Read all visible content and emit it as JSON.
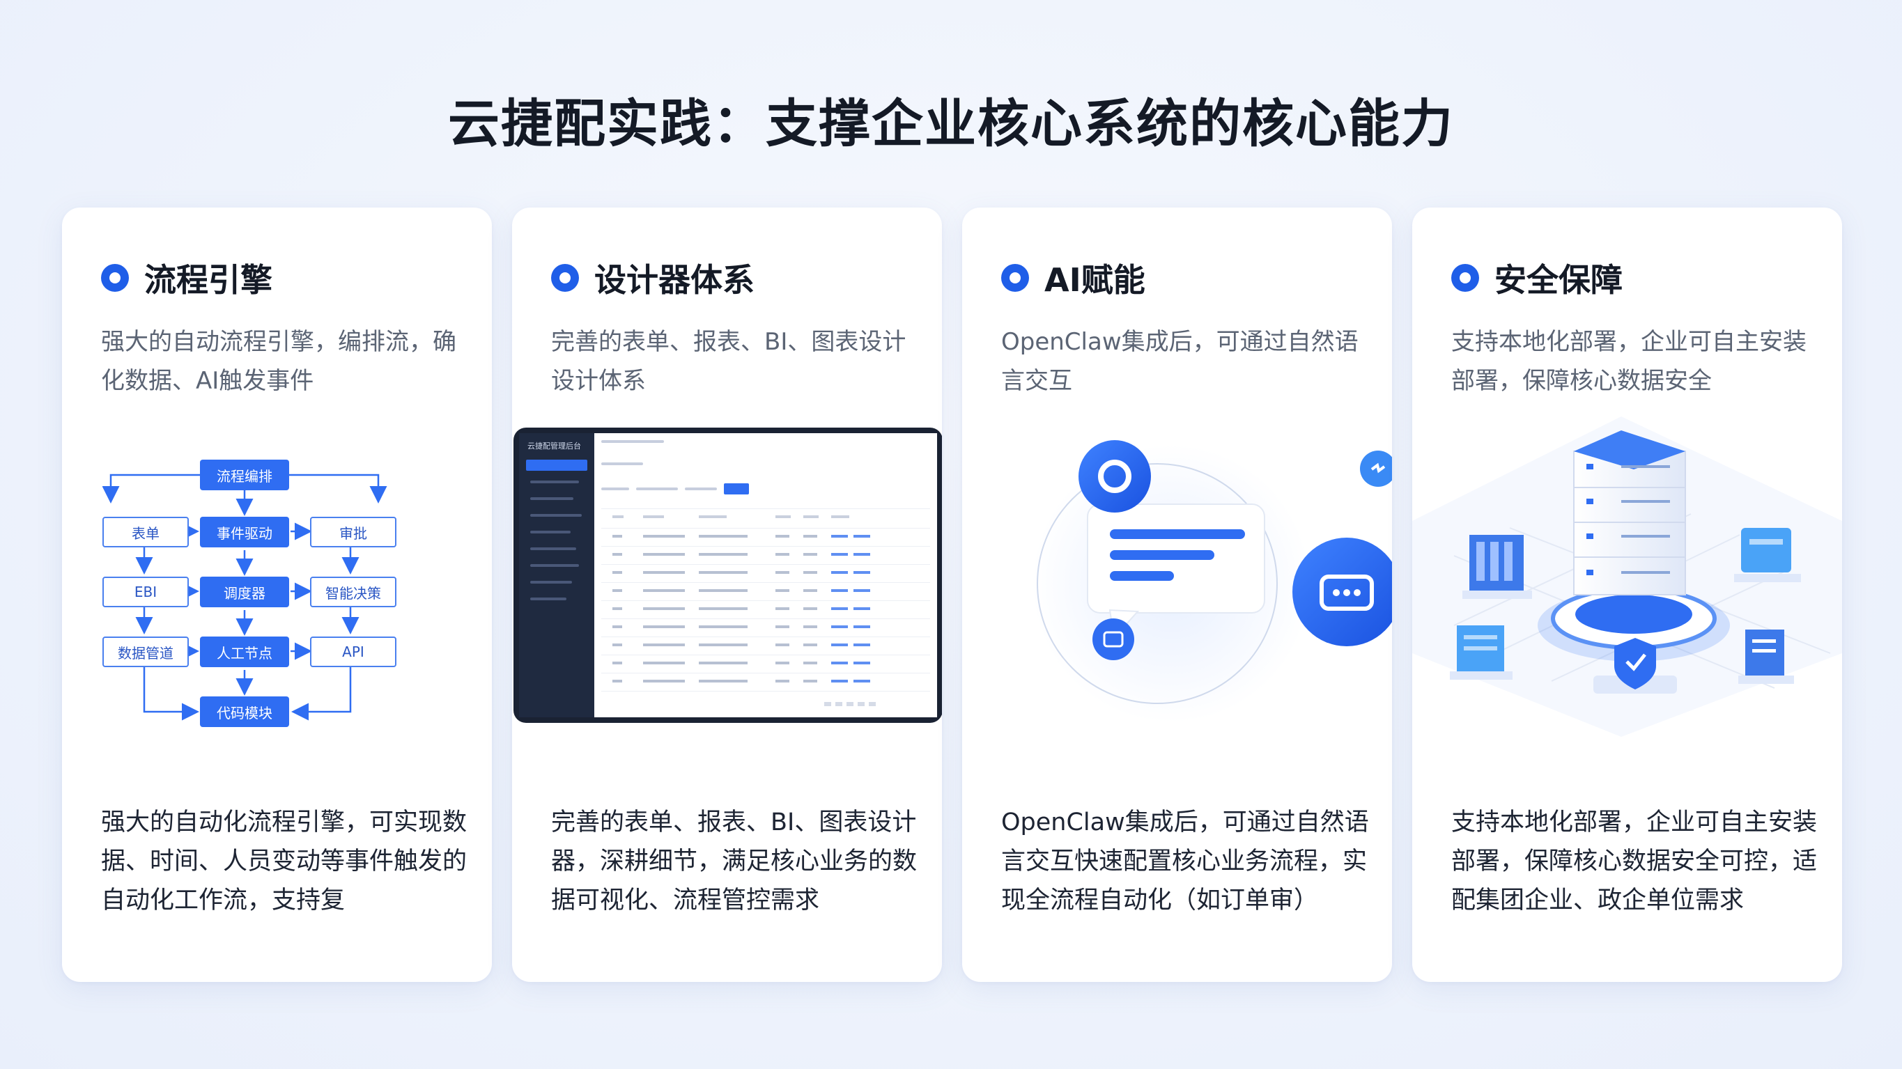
{
  "page": {
    "title": "云捷配实践：支撑企业核心系统的核心能力"
  },
  "cards": [
    {
      "title": "流程引擎",
      "sub": "强大的自动流程引擎，编排流，确化数据、AI触发事件",
      "body": "强大的自动化流程引擎，可实现数据、时间、人员变动等事件触发的自动化工作流，支持复",
      "nodes": [
        "流程编排",
        "表单",
        "事件驱动",
        "审批",
        "EBI",
        "调度器",
        "智能决策",
        "数据管道",
        "人工节点",
        "API",
        "代码模块"
      ]
    },
    {
      "title": "设计器体系",
      "sub": "完善的表单、报表、BI、图表设计设计体系",
      "body": "完善的表单、报表、BI、图表设计器，深耕细节，满足核心业务的数据可视化、流程管控需求",
      "mock": {
        "app_title": "云捷配管理后台"
      }
    },
    {
      "title": "AI赋能",
      "sub": "OpenClaw集成后，可通过自然语言交互",
      "body": "OpenClaw集成后，可通过自然语言交互快速配置核心业务流程，实现全流程自动化（如订单审）"
    },
    {
      "title": "安全保障",
      "sub": "支持本地化部署，企业可自主安装部署，保障核心数据安全",
      "body": "支持本地化部署，企业可自主安装部署，保障核心数据安全可控，适配集团企业、政企单位需求"
    }
  ],
  "colors": {
    "accent": "#1f5ee8",
    "accent_light": "#4a80ef"
  }
}
